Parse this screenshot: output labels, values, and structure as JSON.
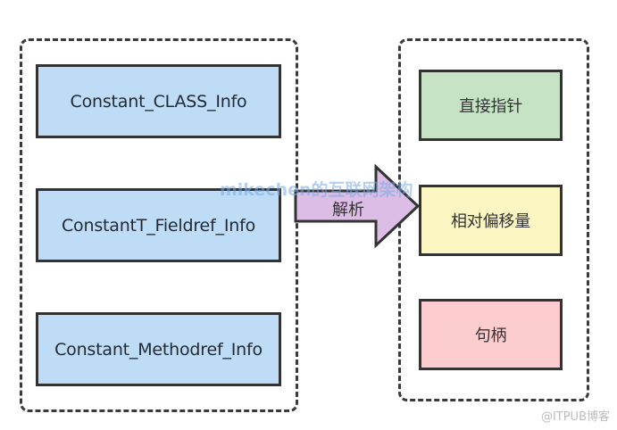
{
  "diagram": {
    "left_group": {
      "items": [
        {
          "label": "Constant_CLASS_Info",
          "color": "#bedcf6"
        },
        {
          "label": "ConstantT_Fieldref_Info",
          "color": "#bedcf6"
        },
        {
          "label": "Constant_Methodref_Info",
          "color": "#bedcf6"
        }
      ]
    },
    "arrow": {
      "label": "解析",
      "color": "#dcbde6",
      "direction": "right"
    },
    "right_group": {
      "items": [
        {
          "label": "直接指针",
          "color": "#c6e4c5"
        },
        {
          "label": "相对偏移量",
          "color": "#fcf6c3"
        },
        {
          "label": "句柄",
          "color": "#fdcccf"
        }
      ]
    },
    "watermark": "mikechen的互联网架构",
    "credit": "@ITPUB博客"
  }
}
